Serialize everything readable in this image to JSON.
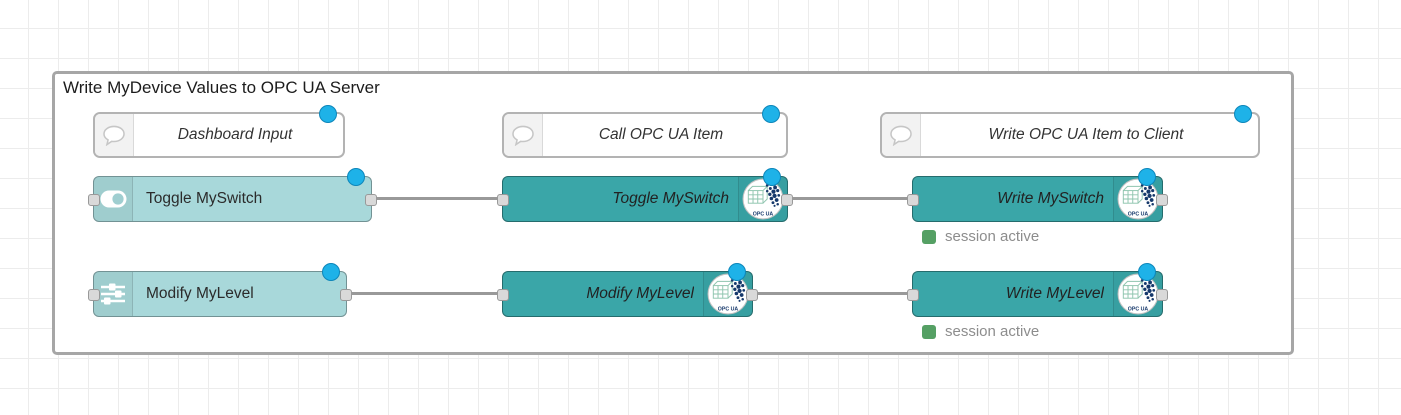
{
  "group": {
    "title": "Write MyDevice Values to OPC UA Server"
  },
  "comments": [
    {
      "label": "Dashboard Input"
    },
    {
      "label": "Call OPC UA Item"
    },
    {
      "label": "Write OPC UA Item to Client"
    }
  ],
  "nodes": {
    "dashboard_toggle": {
      "label": "Toggle MySwitch"
    },
    "dashboard_slider": {
      "label": "Modify MyLevel"
    },
    "opcua_call_toggle": {
      "label": "Toggle MySwitch"
    },
    "opcua_call_slider": {
      "label": "Modify MyLevel"
    },
    "opcua_write_switch": {
      "label": "Write MySwitch",
      "status": "session active"
    },
    "opcua_write_level": {
      "label": "Write MyLevel",
      "status": "session active"
    }
  },
  "badge": {
    "label": "OPC UA"
  },
  "icons": {
    "comment": "speech-bubble-icon",
    "dashboard_toggle": "toggle-switch-icon",
    "dashboard_slider": "sliders-icon",
    "opcua": "opcua-badge-icon"
  },
  "colors": {
    "node_teal": "#3aa6a8",
    "node_light_teal": "#a8d8da",
    "changed_dot_blue": "#1eb2e8",
    "status_green": "#55a064",
    "wire_gray": "#999999",
    "group_border": "#a6a6a6"
  }
}
